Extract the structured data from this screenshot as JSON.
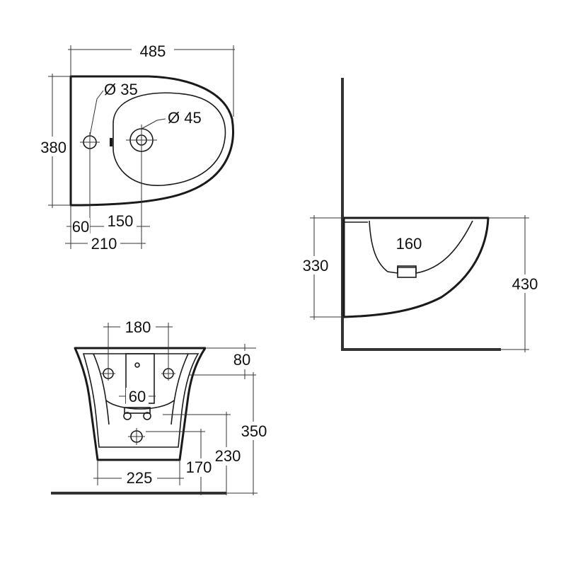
{
  "top_view": {
    "width_label": "485",
    "depth_label": "380",
    "tap_hole_label": "Ø 35",
    "waste_hole_label": "Ø 45",
    "dim_60_label": "60",
    "dim_150_label": "150",
    "dim_210_label": "210"
  },
  "side_view": {
    "height_330_label": "330",
    "height_430_label": "430",
    "outlet_160_label": "160"
  },
  "front_view": {
    "fixing_180_label": "180",
    "depth_80_label": "80",
    "outlet_60_label": "60",
    "height_350_label": "350",
    "height_230_label": "230",
    "height_170_label": "170",
    "base_225_label": "225"
  },
  "colors": {
    "outline": "#1a1a1a",
    "wall": "#333333",
    "background": "#ffffff"
  }
}
